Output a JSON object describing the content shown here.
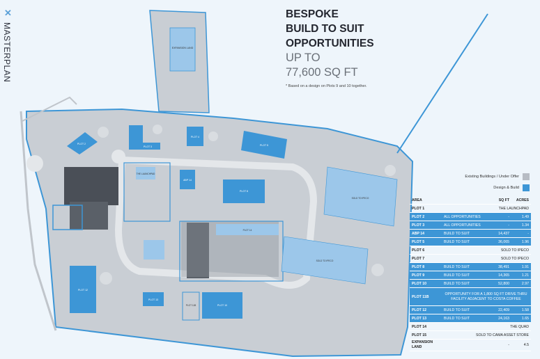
{
  "side": {
    "icon": "compass-cross-icon",
    "label": "MASTERPLAN"
  },
  "headline": {
    "line1": "BESPOKE",
    "line2": "BUILD TO SUIT",
    "line3": "OPPORTUNITIES",
    "line4": "UP TO",
    "line5": "77,600 SQ FT",
    "footnote": "* Based on a design on Plots 9 and 10 together."
  },
  "legend": {
    "existing": "Existing Buildings / Under Offer",
    "design": "Design & Build",
    "existing_color": "#b7bcc4",
    "design_color": "#3d96d6"
  },
  "table": {
    "headers": {
      "area": "AREA",
      "sqft": "SQ FT",
      "acres": "ACRES"
    },
    "rows": [
      {
        "plot": "PLOT 1",
        "desc": "THE LAUNCHPAD",
        "sqft": "",
        "acres": "",
        "hl": false,
        "span": true
      },
      {
        "plot": "PLOT 2",
        "desc": "ALL OPPORTUNITIES",
        "sqft": "-",
        "acres": "1.49",
        "hl": true,
        "span": false
      },
      {
        "plot": "PLOT 3",
        "desc": "ALL OPPORTUNITIES",
        "sqft": "-",
        "acres": "1.34",
        "hl": true,
        "span": false
      },
      {
        "plot": "ABP 14",
        "desc": "BUILD TO SUIT",
        "sqft": "14,437",
        "acres": "-",
        "hl": true,
        "span": false
      },
      {
        "plot": "PLOT 5",
        "desc": "BUILD TO SUIT",
        "sqft": "36,065",
        "acres": "1.96",
        "hl": true,
        "span": false
      },
      {
        "plot": "PLOT 6",
        "desc": "SOLD TO IPECO",
        "sqft": "",
        "acres": "",
        "hl": false,
        "span": true
      },
      {
        "plot": "PLOT 7",
        "desc": "SOLD TO IPECO",
        "sqft": "",
        "acres": "",
        "hl": false,
        "span": true
      },
      {
        "plot": "PLOT 8",
        "desc": "BUILD TO SUIT",
        "sqft": "38,491",
        "acres": "1.91",
        "hl": true,
        "span": false
      },
      {
        "plot": "PLOT 9",
        "desc": "BUILD TO SUIT",
        "sqft": "14,365",
        "acres": "1.21",
        "hl": true,
        "span": false
      },
      {
        "plot": "PLOT 10",
        "desc": "BUILD TO SUIT",
        "sqft": "52,800",
        "acres": "2.97",
        "hl": true,
        "span": false
      },
      {
        "plot": "PLOT 11B",
        "desc": "OPPORTUNITY FOR A 1,800 SQ FT DRIVE THRU FACILITY ADJACENT TO COSTA COFFEE",
        "sqft": "",
        "acres": "",
        "hl": true,
        "span": true,
        "tall": true
      },
      {
        "plot": "PLOT 12",
        "desc": "BUILD TO SUIT",
        "sqft": "22,409",
        "acres": "1.58",
        "hl": true,
        "span": false
      },
      {
        "plot": "PLOT 13",
        "desc": "BUILD TO SUIT",
        "sqft": "24,163",
        "acres": "1.65",
        "hl": true,
        "span": false
      },
      {
        "plot": "PLOT 14",
        "desc": "THE QUAD",
        "sqft": "",
        "acres": "",
        "hl": false,
        "span": true
      },
      {
        "plot": "PLOT 15",
        "desc": "SOLD TO CAMA ASSET STORE",
        "sqft": "",
        "acres": "",
        "hl": false,
        "span": true
      },
      {
        "plot": "EXPANSION LAND",
        "desc": "",
        "sqft": "-",
        "acres": "4.5",
        "hl": false,
        "span": false
      }
    ]
  },
  "map_labels": {
    "expansion": "EXPANSION LAND",
    "plot2": "PLOT 2",
    "plot3": "PLOT 3",
    "plot4": "PLOT 4",
    "plot5": "PLOT 5",
    "plot8": "PLOT 8",
    "plot12": "PLOT 12",
    "plot13": "PLOT 13",
    "plot10": "PLOT 10",
    "plot14": "PLOT 14",
    "launchpad": "THE LAUNCHPAD",
    "sold_ipeco_1": "SOLD TO IPECO",
    "sold_ipeco_2": "SOLD TO IPECO",
    "abp14": "ABP 14",
    "plot11b": "PLOT 11B"
  }
}
